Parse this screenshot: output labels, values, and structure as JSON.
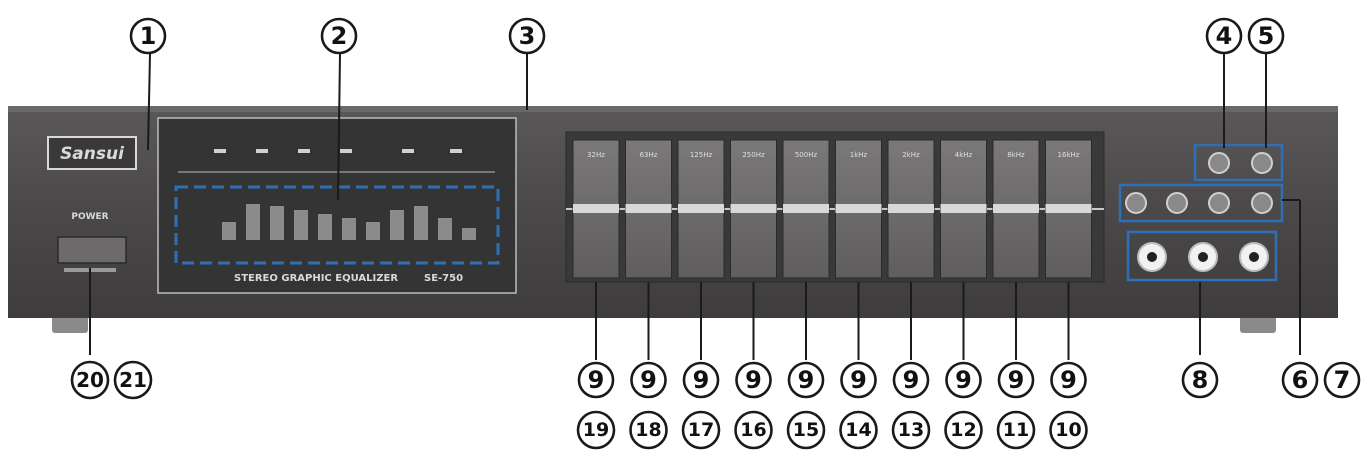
{
  "brand": "Sansui",
  "power_label": "POWER",
  "display_caption": "STEREO GRAPHIC EQUALIZER",
  "model": "SE-750",
  "band_labels": [
    "32Hz",
    "63Hz",
    "125Hz",
    "250Hz",
    "500Hz",
    "1kHz",
    "2kHz",
    "4kHz",
    "8kHz",
    "16kHz"
  ],
  "callouts": {
    "c1": "1",
    "c2": "2",
    "c3": "3",
    "c4": "4",
    "c5": "5",
    "c6": "6",
    "c7": "7",
    "c8": "8",
    "c20": "20",
    "c21": "21",
    "top_row": [
      "9",
      "9",
      "9",
      "9",
      "9",
      "9",
      "9",
      "9",
      "9",
      "9"
    ],
    "bottom_row": [
      "19",
      "18",
      "17",
      "16",
      "15",
      "14",
      "13",
      "12",
      "11",
      "10"
    ]
  },
  "colors": {
    "chassis": "#4a4848",
    "panel": "#3b3a3a",
    "highlight_box": "#2f6fb8",
    "slider": "#6e6c6c",
    "lines": "#1a1a1a"
  }
}
